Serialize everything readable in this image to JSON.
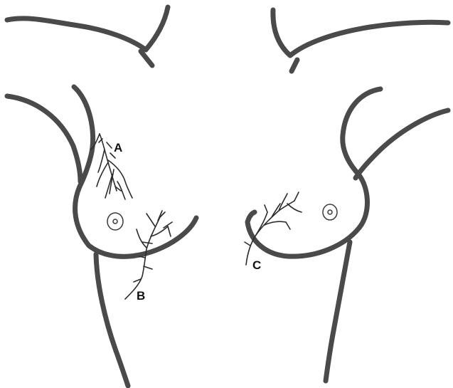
{
  "labels": {
    "a": "A",
    "b": "B",
    "c": "C"
  },
  "colors": {
    "outline": "#4a4a4a",
    "vein": "#2b2b2b",
    "background": "#ffffff"
  }
}
